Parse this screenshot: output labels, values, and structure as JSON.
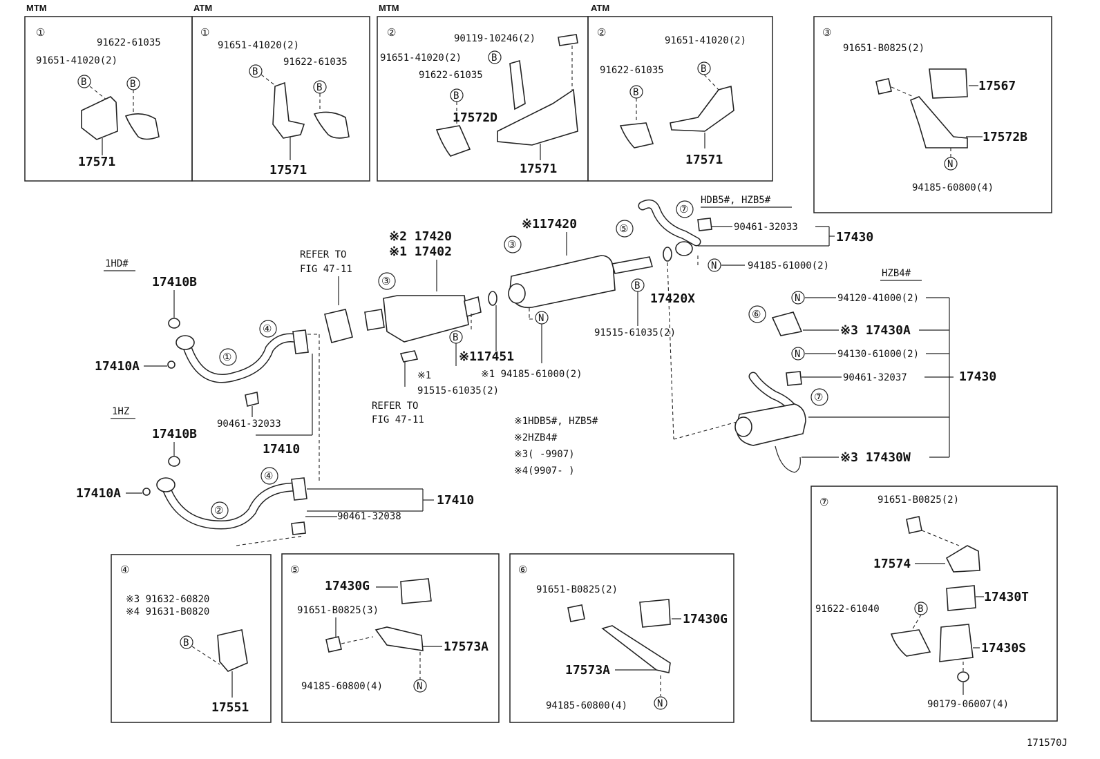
{
  "headers": [
    "MTM",
    "ATM",
    "MTM",
    "ATM"
  ],
  "insets": {
    "p1_mtm": {
      "num": "①",
      "bolt_a": "91622-61035",
      "bolt_b": "91651-41020(2)",
      "part": "17571"
    },
    "p1_atm": {
      "num": "①",
      "bolt_a": "91651-41020(2)",
      "bolt_b": "91622-61035",
      "part": "17571"
    },
    "p2_mtm": {
      "num": "②",
      "bolt_top": "90119-10246(2)",
      "bolt_a": "91651-41020(2)",
      "bolt_b": "91622-61035",
      "part_d": "17572D",
      "part": "17571"
    },
    "p2_atm": {
      "num": "②",
      "bolt_a": "91651-41020(2)",
      "bolt_b": "91622-61035",
      "part": "17571"
    },
    "p3": {
      "num": "③",
      "bolt": "91651-B0825(2)",
      "mount": "17567",
      "bracket": "17572B",
      "nut": "94185-60800(4)"
    },
    "p4": {
      "num": "④",
      "bolt3": "※3 91632-60820",
      "bolt4": "※4 91631-B0820",
      "part": "17551"
    },
    "p5": {
      "num": "⑤",
      "mount": "17430G",
      "bolt": "91651-B0825(3)",
      "bracket": "17573A",
      "nut": "94185-60800(4)"
    },
    "p6": {
      "num": "⑥",
      "bolt": "91651-B0825(2)",
      "mount": "17430G",
      "bracket": "17573A",
      "nut": "94185-60800(4)"
    },
    "p7": {
      "num": "⑦",
      "bolt": "91651-B0825(2)",
      "bracket": "17574",
      "mount": "17430T",
      "clamp": "91622-61040",
      "support": "17430S",
      "nut": "90179-06007(4)"
    }
  },
  "main": {
    "engine_1hd": "1HD#",
    "engine_1hz": "1HZ",
    "gasket_top": "17410B",
    "gasket_bot": "17410B",
    "stud_top": "17410A",
    "stud_bot": "17410A",
    "pipe_top_clamp": "90461-32033",
    "pipe_top": "17410",
    "pipe_bot_clamp": "90461-32038",
    "pipe_bot": "17410",
    "refer1": "REFER TO",
    "refer1b": "FIG 47-11",
    "refer2": "REFER TO",
    "refer2b": "FIG 47-11",
    "conv_a": "※2 17420",
    "conv_b": "※1 17402",
    "gasket_mid": "※117451",
    "nut_mid": "※1 94185-61000(2)",
    "bolt_mid_star": "※1",
    "bolt_mid": "91515-61035(2)",
    "muffler": "※117420",
    "gasket_x": "17420X",
    "bolt_x": "91515-61035(2)",
    "hdb_label": "HDB5#, HZB5#",
    "clamp_tail": "90461-32033",
    "tail": "17430",
    "nut_tail": "94185-61000(2)",
    "hzb4": "HZB4#",
    "nut_h1": "94120-41000(2)",
    "tail_a": "※3 17430A",
    "nut_h2": "94130-61000(2)",
    "clamp_h": "90461-32037",
    "tail_h": "17430",
    "tail_w": "※3 17430W",
    "note1": "※1HDB5#, HZB5#",
    "note2": "※2HZB4#",
    "note3": "※3(      -9907)",
    "note4": "※4(9907-      )",
    "figure_id": "171570J"
  },
  "callouts": {
    "c1": "①",
    "c2": "②",
    "c3": "③",
    "c4": "④",
    "c5": "⑤",
    "c6": "⑥",
    "c7": "⑦",
    "b": "B",
    "n": "N"
  }
}
